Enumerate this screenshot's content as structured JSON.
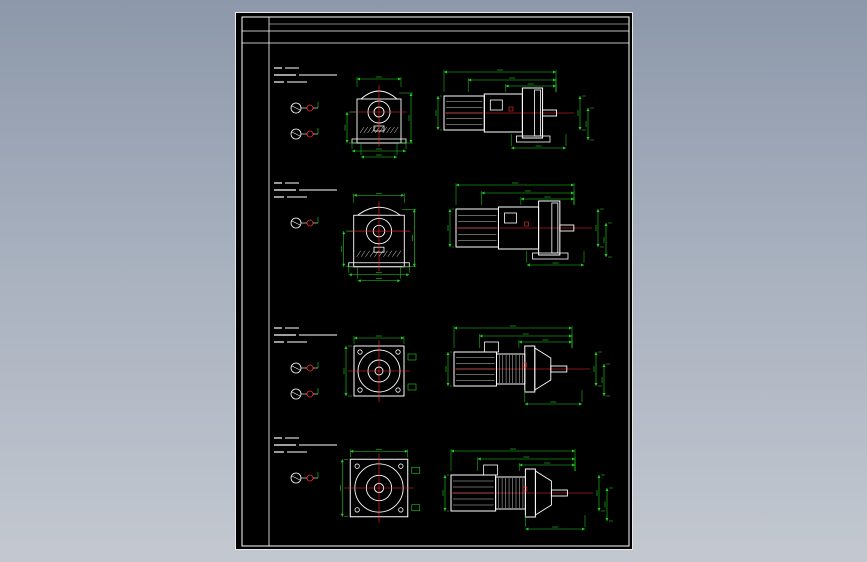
{
  "viewer": {
    "background": "cad-viewport-gradient"
  },
  "drawing": {
    "type": "motor-outline-drawing",
    "colors": {
      "frame": "#ffffff",
      "part": "#ffffff",
      "dimension": "#1fd61f",
      "center_mark": "#ff2a2a",
      "hatch": "#e0e0e0"
    },
    "rows": [
      {
        "id": "row-1",
        "side_view": "gearhead-right-angle"
      },
      {
        "id": "row-2",
        "side_view": "gearhead-right-angle-large"
      },
      {
        "id": "row-3",
        "side_view": "parallel-shaft"
      },
      {
        "id": "row-4",
        "side_view": "parallel-shaft-large"
      }
    ]
  }
}
